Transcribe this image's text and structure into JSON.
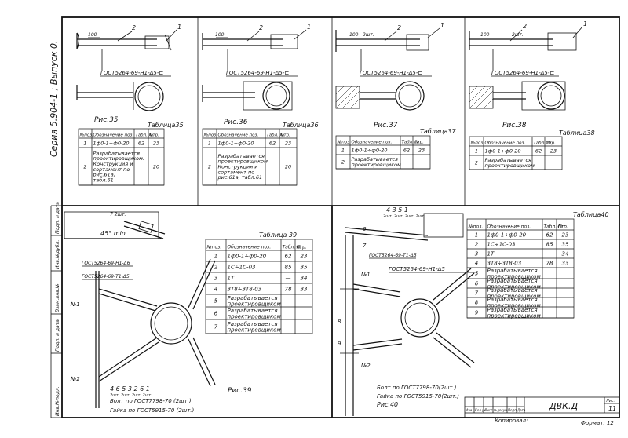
{
  "side": {
    "series_label": "Серия 5.904-1 ; Выпуск 0.",
    "stamp_cols": [
      "Инв.№подл.",
      "Подп. и дата",
      "Взам.инв.№",
      "Инв.№дубл.",
      "Подп. и дата"
    ]
  },
  "fig35": {
    "caption": "Рис.35",
    "gost": "ГОСТ5264-69-Н1-Δ5-⊏",
    "dim": "100",
    "pos1": "1",
    "pos2": "2",
    "table_title": "Таблица35",
    "headers": [
      "№поз.",
      "Обозначение поз.",
      "Табл. №",
      "Стр."
    ],
    "rows": [
      [
        "1",
        "1ф0-1÷ф0-20",
        "62",
        "23"
      ],
      [
        "2",
        "Разрабатывается проектировщиком. Конструкция и сортамент по рис.61а, табл.61",
        "",
        "20"
      ]
    ]
  },
  "fig36": {
    "caption": "Рис.36",
    "gost": "ГОСТ5264-69-Н1-Δ5-⊏",
    "dim": "100",
    "pos1": "1",
    "pos2": "2",
    "table_title": "Таблица36",
    "headers": [
      "№поз.",
      "Обозначение поз.",
      "Табл. №",
      "Стр."
    ],
    "rows": [
      [
        "1",
        "1ф0-1÷ф0-20",
        "62",
        "23"
      ],
      [
        "2",
        "Разрабатывается проектировщиком. Конструкция и сортамент по рис.61а, табл.61",
        "",
        "20"
      ]
    ]
  },
  "fig37": {
    "caption": "Рис.37",
    "gost": "ГОСТ5264-69-Н1-Δ5-⊏",
    "dim": "100",
    "qty": "2шт.",
    "pos1": "1",
    "pos2": "2",
    "table_title": "Таблица37",
    "headers": [
      "№поз.",
      "Обозначение поз.",
      "Табл. №",
      "Стр."
    ],
    "rows": [
      [
        "1",
        "1ф0-1÷ф0-20",
        "62",
        "23"
      ],
      [
        "2",
        "Разрабатывается проектировщиком",
        "",
        ""
      ]
    ]
  },
  "fig38": {
    "caption": "Рис.38",
    "gost": "ГОСТ5264-69-Н1-Δ5-⊏",
    "dim": "100",
    "qty": "2шт.",
    "pos1": "1",
    "pos2": "2",
    "table_title": "Таблица38",
    "headers": [
      "№поз.",
      "Обозначение поз.",
      "Табл. №",
      "Стр."
    ],
    "rows": [
      [
        "1",
        "1ф0-1÷ф0-20",
        "62",
        "23"
      ],
      [
        "2",
        "Разрабатывается проектировщиком",
        "",
        ""
      ]
    ]
  },
  "fig39": {
    "caption": "Рис.39",
    "angle": "45° min.",
    "qty7": "7  2шт.",
    "gost_a": "ГОСТ5264-69-Н1-Δ6",
    "gost_b": "ГОСТ5264-69-Т1-Δ5",
    "n1": "№1",
    "n2": "№2",
    "pos_row": "4  6  5  3  2  6  1",
    "pos_qty": "2шт. 2шт. 2шт. 2шт.",
    "bolt": "Болт по ГОСТ7798-70 (2шт.)",
    "nut": "Гайка по ГОСТ5915-70 (2шт.)",
    "table_title": "Таблица 39",
    "headers": [
      "№поз.",
      "Обозначение поз.",
      "Табл. №",
      "Стр."
    ],
    "rows": [
      [
        "1",
        "1ф0-1÷ф0-20",
        "62",
        "23"
      ],
      [
        "2",
        "1С÷1С-03",
        "85",
        "35"
      ],
      [
        "3",
        "1Т",
        "—",
        "34"
      ],
      [
        "4",
        "3Т8÷3Т8-03",
        "78",
        "33"
      ],
      [
        "5",
        "Разрабатывается проектировщиком",
        "",
        ""
      ],
      [
        "6",
        "Разрабатывается проектировщиком",
        "",
        ""
      ],
      [
        "7",
        "Разрабатывается проектировщиком",
        "",
        ""
      ]
    ]
  },
  "fig40": {
    "caption": "Рис.40",
    "top_labels": "4   3   5   1",
    "top_qty": "2шт. 2шт. 2шт. 2шт.",
    "gost_a": "ГОСТ5264-69-Т1-Δ5",
    "gost_b": "ГОСТ5264-69-Н1-Δ5",
    "n1": "№1",
    "n2": "№2",
    "p6": "6",
    "p7": "7",
    "p8": "8",
    "p9": "9",
    "bolt": "Болт по ГОСТ7798-70(2шт.)",
    "nut": "Гайка по ГОСТ5915-70(2шт.)",
    "table_title": "Таблица40",
    "headers": [
      "№поз.",
      "Обозначение поз.",
      "Табл. №",
      "Стр."
    ],
    "rows": [
      [
        "1",
        "1ф0-1÷ф0-20",
        "62",
        "23"
      ],
      [
        "2",
        "1С÷1С-03",
        "85",
        "35"
      ],
      [
        "3",
        "1Т",
        "—",
        "34"
      ],
      [
        "4",
        "3Т8÷3Т8-03",
        "78",
        "33"
      ],
      [
        "5",
        "Разрабатывается проектировщиком",
        "",
        ""
      ],
      [
        "6",
        "Разрабатывается проектировщиком",
        "",
        ""
      ],
      [
        "7",
        "Разрабатывается проектировщиком",
        "",
        ""
      ],
      [
        "8",
        "Разрабатывается проектировщиком",
        "",
        ""
      ],
      [
        "9",
        "Разрабатывается проектировщиком",
        "",
        ""
      ]
    ]
  },
  "title_block": {
    "cols": [
      "Изм.",
      "Кол.уч.",
      "Лист",
      "№докум.",
      "Подп.",
      "Дата"
    ],
    "code": "ДВК.Д",
    "sheet_label": "Лист",
    "sheet_no": "11",
    "copied": "Копировал:",
    "format": "Формат: 12"
  }
}
